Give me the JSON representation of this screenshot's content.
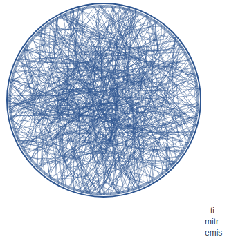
{
  "diagram": {
    "labels": [
      "ti",
      "mitr",
      "emis"
    ]
  }
}
